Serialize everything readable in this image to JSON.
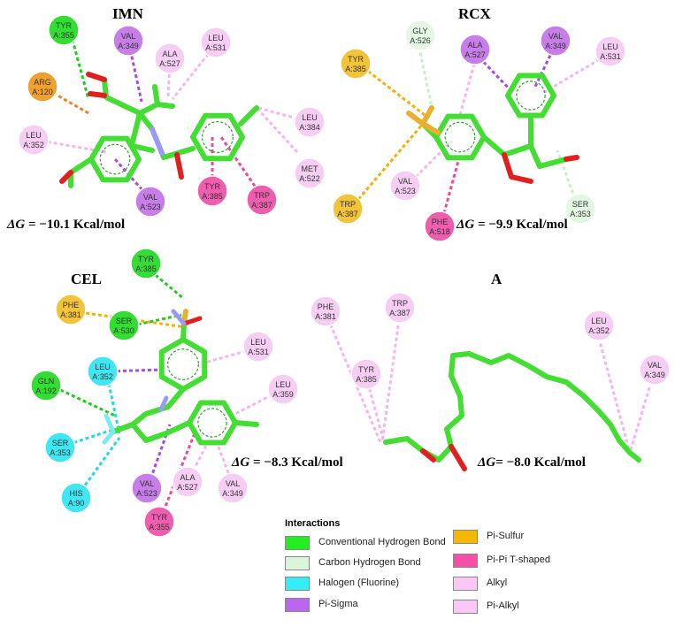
{
  "panels": [
    {
      "title": "IMN",
      "delta_g_symbol": "ΔG",
      "delta_g_value": " = −10.1 Kcal/mol",
      "residues": [
        {
          "name": "TYR",
          "id": "A:355",
          "color": "#33dd33"
        },
        {
          "name": "ARG",
          "id": "A:120",
          "color": "#f0a030"
        },
        {
          "name": "VAL",
          "id": "A:349",
          "color": "#c77ee8"
        },
        {
          "name": "ALA",
          "id": "A:527",
          "color": "#f6cdf3"
        },
        {
          "name": "LEU",
          "id": "A:531",
          "color": "#f6cdf3"
        },
        {
          "name": "LEU",
          "id": "A:384",
          "color": "#f6cdf3"
        },
        {
          "name": "LEU",
          "id": "A:352",
          "color": "#f6cdf3"
        },
        {
          "name": "MET",
          "id": "A:522",
          "color": "#f6cdf3"
        },
        {
          "name": "VAL",
          "id": "A:523",
          "color": "#c77ee8"
        },
        {
          "name": "TYR",
          "id": "A:385",
          "color": "#ee5eae"
        },
        {
          "name": "TRP",
          "id": "A:387",
          "color": "#ee5eae"
        }
      ]
    },
    {
      "title": "RCX",
      "delta_g_symbol": "ΔG",
      "delta_g_value": " = −9.9 Kcal/mol",
      "residues": [
        {
          "name": "TYR",
          "id": "A:385",
          "color": "#f3c33a"
        },
        {
          "name": "GLY",
          "id": "A:526",
          "color": "#e3f7e3"
        },
        {
          "name": "ALA",
          "id": "A:527",
          "color": "#c77ee8"
        },
        {
          "name": "VAL",
          "id": "A:349",
          "color": "#c77ee8"
        },
        {
          "name": "LEU",
          "id": "A:531",
          "color": "#f6cdf3"
        },
        {
          "name": "VAL",
          "id": "A:523",
          "color": "#f6cdf3"
        },
        {
          "name": "TRP",
          "id": "A:387",
          "color": "#f3c33a"
        },
        {
          "name": "PHE",
          "id": "A:518",
          "color": "#ee5eae"
        },
        {
          "name": "SER",
          "id": "A:353",
          "color": "#e3f7e3"
        }
      ]
    },
    {
      "title": "CEL",
      "delta_g_symbol": "ΔG",
      "delta_g_value": " = −8.3 Kcal/mol",
      "residues": [
        {
          "name": "TYR",
          "id": "A:385",
          "color": "#33dd33"
        },
        {
          "name": "PHE",
          "id": "A:381",
          "color": "#f3c33a"
        },
        {
          "name": "SER",
          "id": "A:530",
          "color": "#33dd33"
        },
        {
          "name": "LEU",
          "id": "A:352",
          "color": "#40e6f2"
        },
        {
          "name": "LEU",
          "id": "A:531",
          "color": "#f6cdf3"
        },
        {
          "name": "GLN",
          "id": "A:192",
          "color": "#33dd33"
        },
        {
          "name": "LEU",
          "id": "A:359",
          "color": "#f6cdf3"
        },
        {
          "name": "SER",
          "id": "A:353",
          "color": "#40e6f2"
        },
        {
          "name": "HIS",
          "id": "A:90",
          "color": "#40e6f2"
        },
        {
          "name": "VAL",
          "id": "A:523",
          "color": "#c77ee8"
        },
        {
          "name": "ALA",
          "id": "A:527",
          "color": "#f6cdf3"
        },
        {
          "name": "VAL",
          "id": "A:349",
          "color": "#f6cdf3"
        },
        {
          "name": "TYR",
          "id": "A:355",
          "color": "#ee5eae"
        }
      ]
    },
    {
      "title": "A",
      "delta_g_symbol": "ΔG",
      "delta_g_value": "= −8.0 Kcal/mol",
      "residues": [
        {
          "name": "PHE",
          "id": "A:381",
          "color": "#f6cdf3"
        },
        {
          "name": "TRP",
          "id": "A:387",
          "color": "#f6cdf3"
        },
        {
          "name": "TYR",
          "id": "A:385",
          "color": "#f6cdf3"
        },
        {
          "name": "LEU",
          "id": "A:352",
          "color": "#f6cdf3"
        },
        {
          "name": "VAL",
          "id": "A:349",
          "color": "#f6cdf3"
        }
      ]
    }
  ],
  "legend": {
    "title": "Interactions",
    "items": [
      {
        "label": "Conventional Hydrogen Bond",
        "color": "#22ee22"
      },
      {
        "label": "Carbon Hydrogen Bond",
        "color": "#dbf5db"
      },
      {
        "label": "Halogen (Fluorine)",
        "color": "#33eef7"
      },
      {
        "label": "Pi-Sigma",
        "color": "#bb66ee"
      },
      {
        "label": "Pi-Sulfur",
        "color": "#f5b800"
      },
      {
        "label": "Pi-Pi T-shaped",
        "color": "#f450a8"
      },
      {
        "label": "Alkyl",
        "color": "#f9c8f6"
      },
      {
        "label": "Pi-Alkyl",
        "color": "#f9c8f6"
      }
    ]
  },
  "colors": {
    "carbon": "#44dd33",
    "oxygen": "#e02020",
    "nitrogen": "#9a9af5",
    "sulfur": "#e8b030",
    "fluorine": "#80e8f0",
    "hbond": "#22cc22",
    "halogen": "#22d8e8",
    "pi_sigma": "#a64de0",
    "pi_sulfur": "#f5b000",
    "pi_pi": "#ee4a9a",
    "alkyl": "#f5b6ef",
    "carbon_hbond": "#c8f0c8"
  }
}
